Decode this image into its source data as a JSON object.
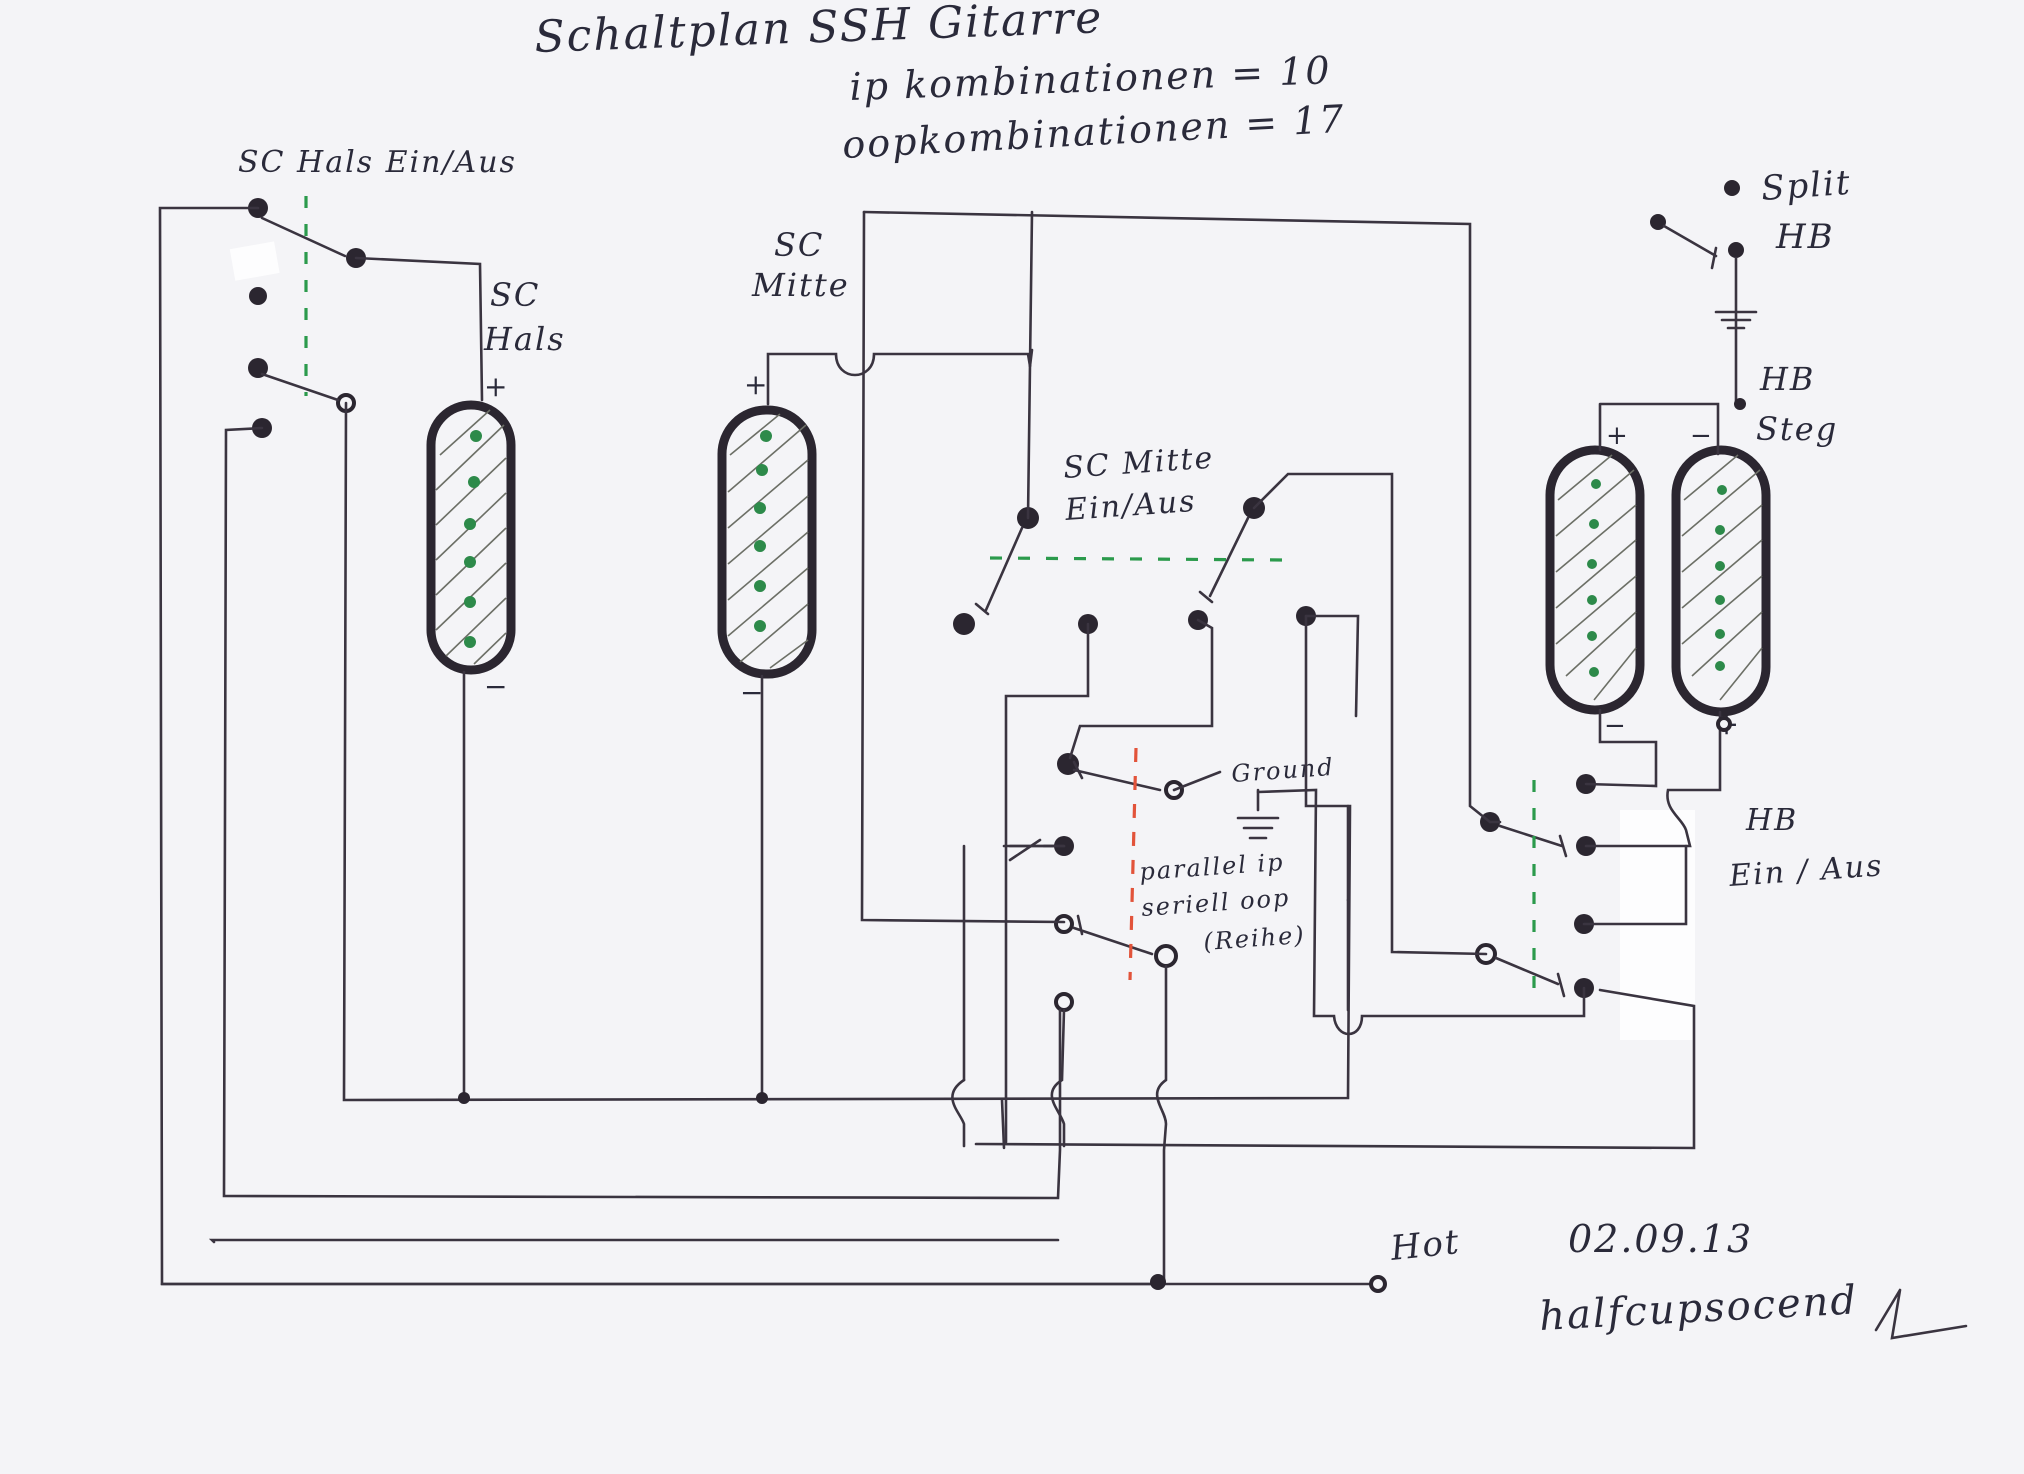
{
  "header": {
    "title": "Schaltplan SSH Gitarre",
    "line_ip": "ip kombinationen = 10",
    "line_oop": "oopkombinationen = 17"
  },
  "labels": {
    "sc_hals_switch": "SC Hals Ein/Aus",
    "sc_hals_pickup_1": "SC",
    "sc_hals_pickup_2": "Hals",
    "sc_mitte_pickup_1": "SC",
    "sc_mitte_pickup_2": "Mitte",
    "sc_mitte_switch_1": "SC Mitte",
    "sc_mitte_switch_2": "Ein/Aus",
    "split_1": "Split",
    "split_2": "HB",
    "hb_steg_1": "HB",
    "hb_steg_2": "Steg",
    "hb_switch_1": "HB",
    "hb_switch_2": "Ein / Aus",
    "ground": "Ground",
    "parallel_1": "parallel ip",
    "parallel_2": "seriell oop",
    "parallel_3": "(Reihe)",
    "hot": "Hot",
    "date": "02.09.13",
    "signature": "halfcupsocend"
  },
  "polarity": {
    "plus": "+",
    "minus": "−"
  },
  "colors": {
    "ink": "#2b2630",
    "pole_dots": "#2d8a4a",
    "switch_link_green": "#2b9a4c",
    "switch_link_red": "#e2533a",
    "paper": "#f4f4f7"
  }
}
